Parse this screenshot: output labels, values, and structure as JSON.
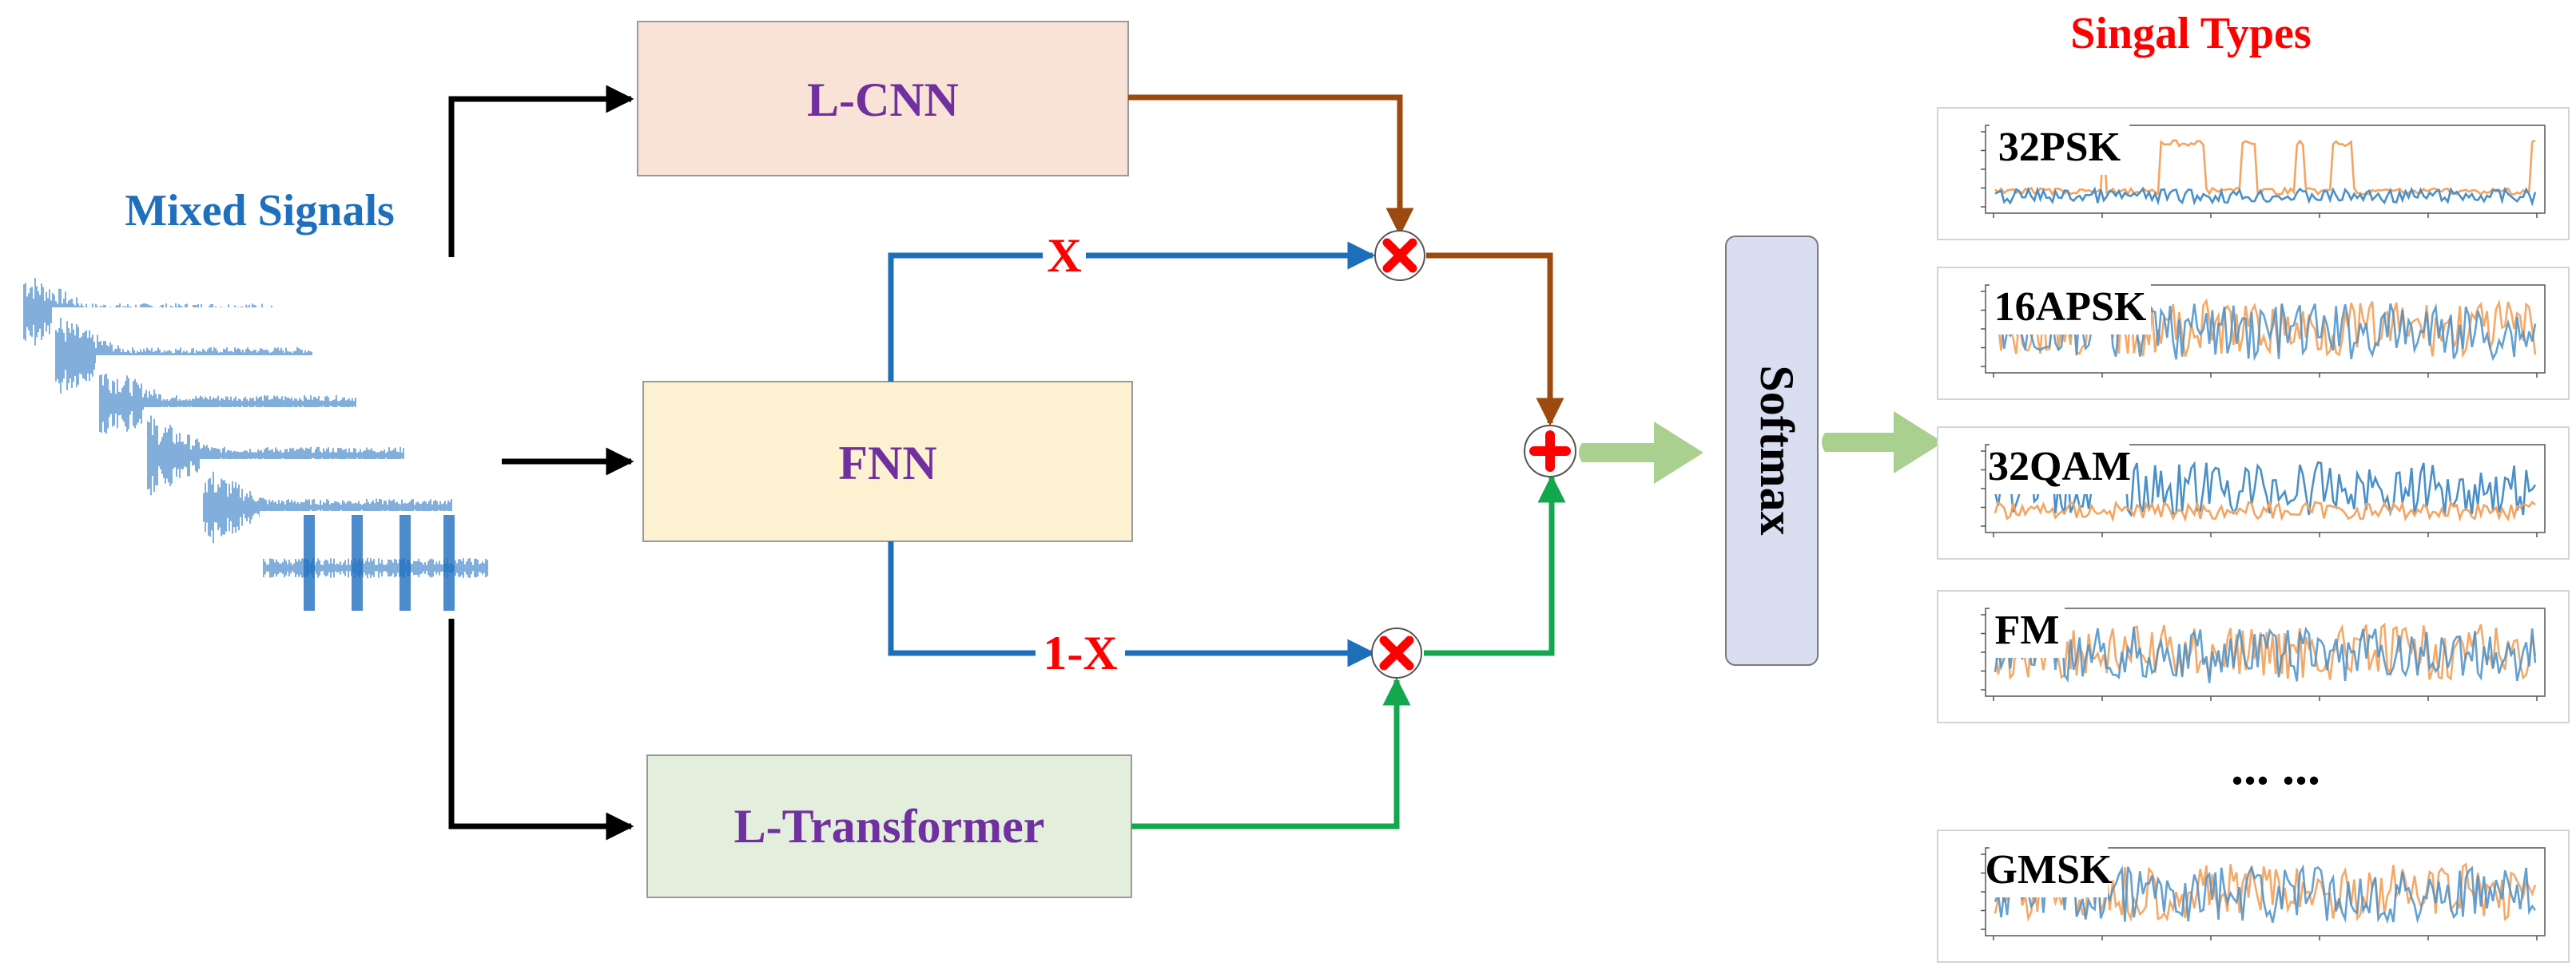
{
  "input": {
    "label": "Mixed Signals",
    "label_color": "#1F6FBF"
  },
  "blocks": {
    "lcnn": {
      "label": "L-CNN",
      "fill": "#F9E2D6"
    },
    "fnn": {
      "label": "FNN",
      "fill": "#FCF2D2"
    },
    "ltransformer": {
      "label": "L-Transformer",
      "fill": "#E3EEDC"
    },
    "softmax": {
      "label": "Softmax",
      "fill": "#D9DEF1"
    }
  },
  "gates": {
    "x_label": "X",
    "one_minus_x_label": "1-X"
  },
  "output": {
    "title": "Singal Types",
    "title_color": "#FF0000",
    "ellipsis": "... ...",
    "signals": [
      {
        "name": "32PSK"
      },
      {
        "name": "16APSK"
      },
      {
        "name": "32QAM"
      },
      {
        "name": "FM"
      },
      {
        "name": "GMSK"
      }
    ]
  },
  "colors": {
    "block_text": "#7030A0",
    "lcnn_line": "#9C4A0E",
    "fnn_line": "#1C6FB8",
    "transformer_line": "#14A84E",
    "black_line": "#000000",
    "operator": "#FF0000",
    "big_arrow": "#A9D08E",
    "series_blue": "#4A90C8",
    "series_orange": "#F4A460"
  }
}
